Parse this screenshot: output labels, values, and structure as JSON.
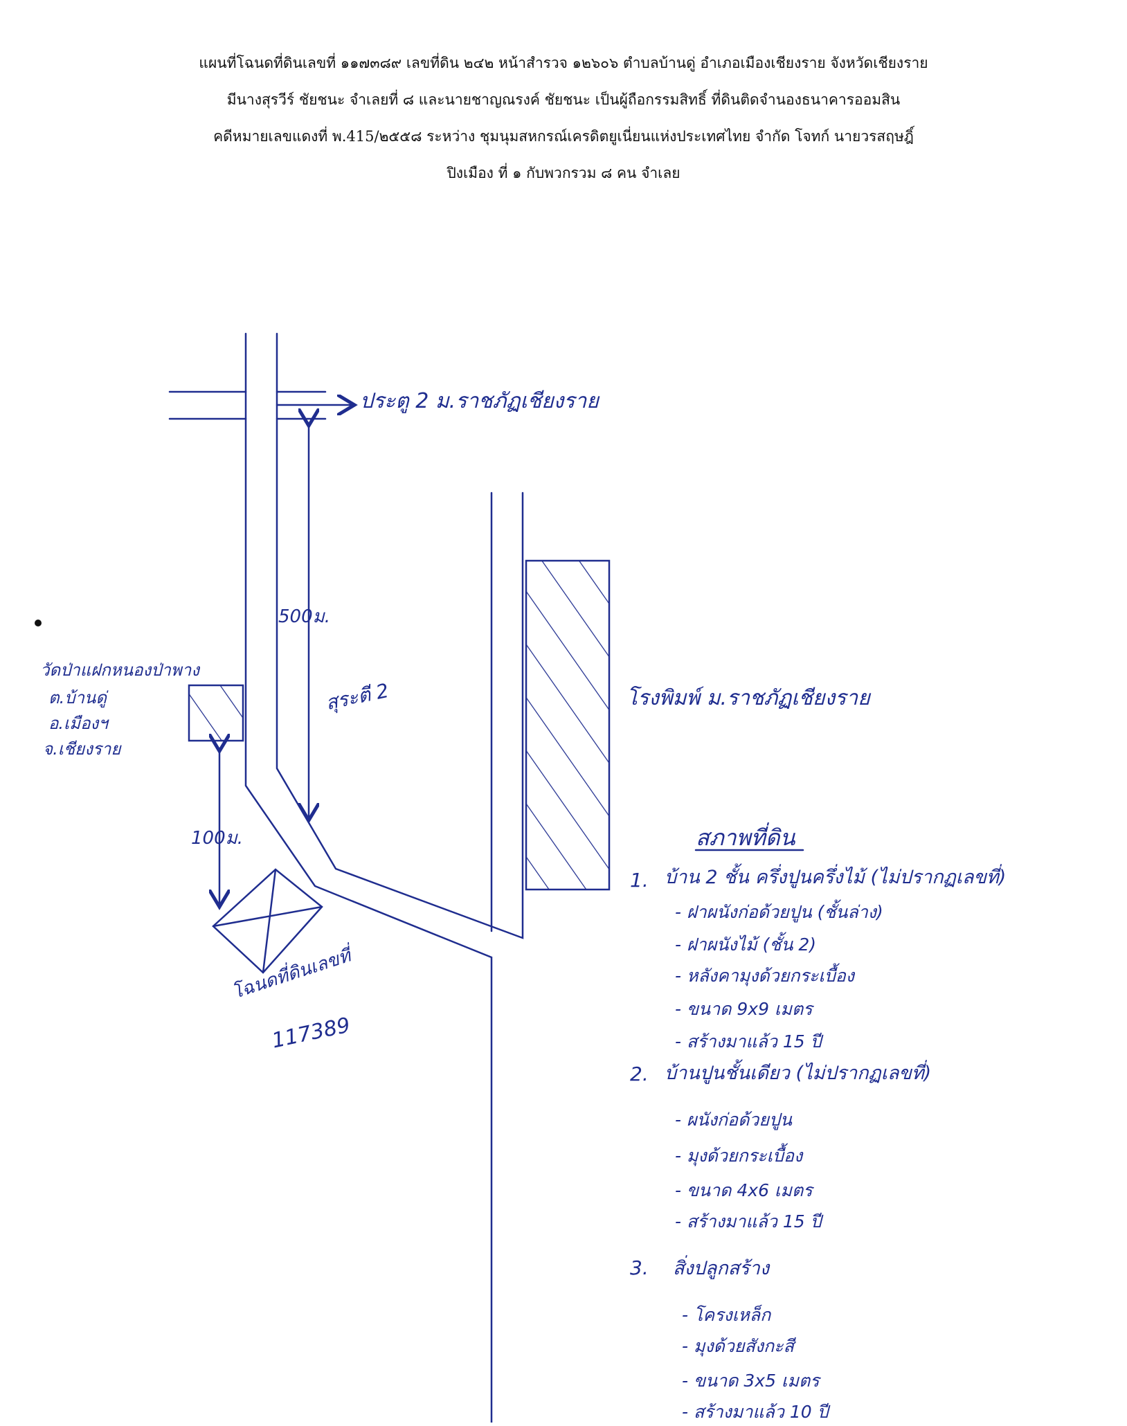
{
  "header": {
    "lines": [
      "แผนที่โฉนดที่ดินเลขที่ ๑๑๗๓๘๙ เลขที่ดิน ๒๔๒ หน้าสำรวจ ๑๒๖๐๖ ตำบลบ้านดู่ อำเภอเมืองเชียงราย จังหวัดเชียงราย",
      "มีนางสุรวีร์ ชัยชนะ จำเลยที่ ๘ และนายชาญณรงค์ ชัยชนะ เป็นผู้ถือกรรมสิทธิ์ ที่ดินติดจำนองธนาคารออมสิน",
      "คดีหมายเลขแดงที่ พ.415/๒๕๕๘ ระหว่าง ชุมนุมสหกรณ์เครดิตยูเนี่ยนแห่งประเทศไทย จำกัด โจทก์ นายวรสฤษฎิ์",
      "ปิงเมือง ที่ ๑ กับพวกรวม ๘ คน จำเลย"
    ]
  },
  "map": {
    "gate_label": "ประตู 2 ม.ราชภัฏเชียงราย",
    "distance_500": "500ม.",
    "distance_100": "100ม.",
    "soi_label": "สุระตี 2",
    "temple_label": [
      "วัดป่าแฝกหนองป่าพาง",
      "ต.บ้านดู่",
      "อ.เมืองฯ",
      "จ.เชียงราย"
    ],
    "printing_label": "โรงพิมพ์ ม.ราชภัฏเชียงราย",
    "plot_label": "โฉนดที่ดินเลขที่",
    "plot_number": "117389"
  },
  "conditions": {
    "heading": "สภาพที่ดิน",
    "items": [
      {
        "no": "1.",
        "title": "บ้าน 2 ชั้น ครึ่งปูนครึ่งไม้ (ไม่ปรากฏเลขที่)",
        "details": [
          "- ฝาผนังก่อด้วยปูน (ชั้นล่าง)",
          "- ฝาผนังไม้ (ชั้น 2)",
          "- หลังคามุงด้วยกระเบื้อง",
          "- ขนาด 9x9 เมตร",
          "- สร้างมาแล้ว 15 ปี"
        ]
      },
      {
        "no": "2.",
        "title": "บ้านปูนชั้นเดียว (ไม่ปรากฏเลขที่)",
        "details": [
          "- ผนังก่อด้วยปูน",
          "- มุงด้วยกระเบื้อง",
          "- ขนาด 4x6 เมตร",
          "- สร้างมาแล้ว 15 ปี"
        ]
      },
      {
        "no": "3.",
        "title": "สิ่งปลูกสร้าง",
        "details": [
          "- โครงเหล็ก",
          "- มุงด้วยสังกะสี",
          "- ขนาด 3x5 เมตร",
          "- สร้างมาแล้ว 10 ปี"
        ]
      }
    ]
  },
  "colors": {
    "ink": "#1f2d8f",
    "text": "#111111",
    "paper": "#ffffff"
  }
}
